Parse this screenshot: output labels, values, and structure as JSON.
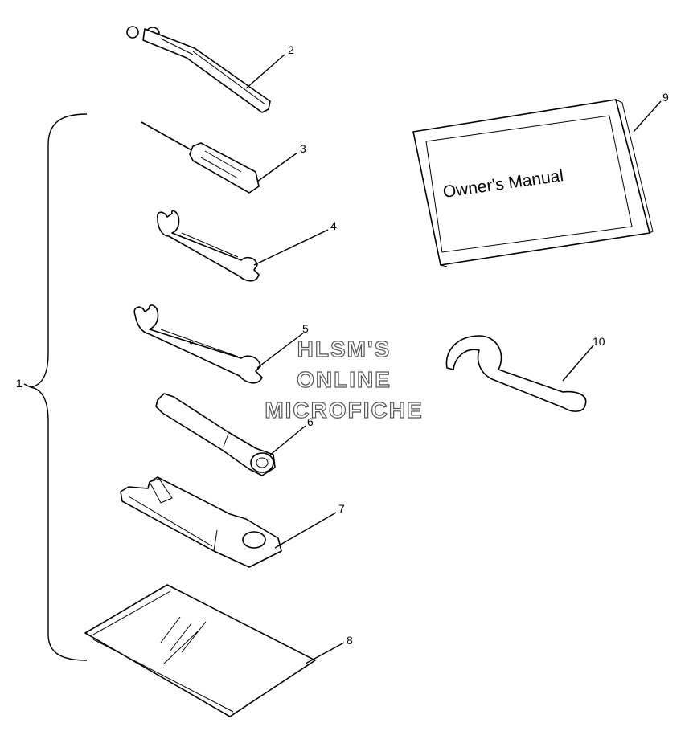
{
  "callouts": {
    "c1": "1",
    "c2": "2",
    "c3": "3",
    "c4": "4",
    "c5": "5",
    "c6": "6",
    "c7": "7",
    "c8": "8",
    "c9": "9",
    "c10": "10"
  },
  "manual": {
    "cover_text": "Owner's Manual"
  },
  "watermark": {
    "line1": "HLSM'S",
    "line2": "ONLINE",
    "line3": "MICROFICHE"
  }
}
